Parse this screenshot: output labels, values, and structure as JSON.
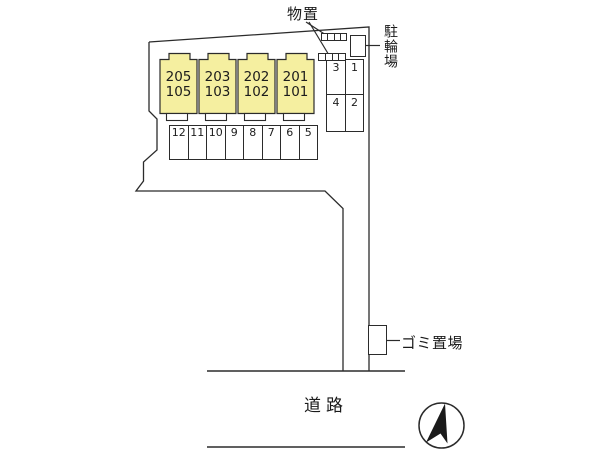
{
  "colors": {
    "building_fill": "#F5EFA0",
    "line": "#2b2b2b"
  },
  "building": {
    "units": [
      {
        "upper": "205",
        "lower": "105"
      },
      {
        "upper": "203",
        "lower": "103"
      },
      {
        "upper": "202",
        "lower": "102"
      },
      {
        "upper": "201",
        "lower": "101"
      }
    ]
  },
  "parking": {
    "spaces": [
      "12",
      "11",
      "10",
      "9",
      "8",
      "7",
      "6",
      "5"
    ]
  },
  "bicycle_grid": {
    "spaces": [
      "3",
      "1",
      "4",
      "2"
    ]
  },
  "labels": {
    "storage": "物置",
    "bicycle": "駐輪場",
    "garbage": "ゴミ置場",
    "road": "道路"
  },
  "icons": {
    "compass": "north-arrow-icon"
  }
}
